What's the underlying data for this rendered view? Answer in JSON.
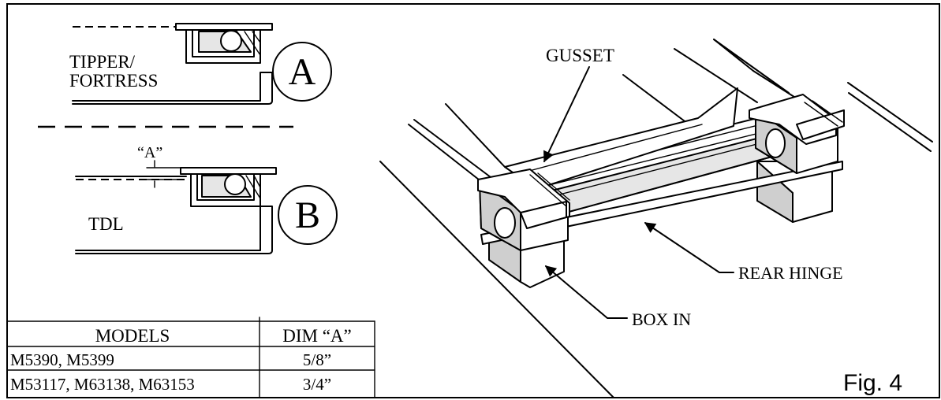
{
  "detail_a": {
    "label_line1": "TIPPER/",
    "label_line2": "FORTRESS",
    "circle_letter": "A"
  },
  "detail_b": {
    "dim_label": "“A”",
    "label": "TDL",
    "circle_letter": "B"
  },
  "callouts": {
    "gusset": "GUSSET",
    "rear_hinge": "REAR HINGE",
    "box_in": "BOX IN"
  },
  "table": {
    "headers": [
      "MODELS",
      "DIM “A”"
    ],
    "rows": [
      [
        "M5390, M5399",
        "5/8”"
      ],
      [
        "M53117, M63138, M63153",
        "3/4”"
      ]
    ]
  },
  "figure_label": "Fig. 4"
}
